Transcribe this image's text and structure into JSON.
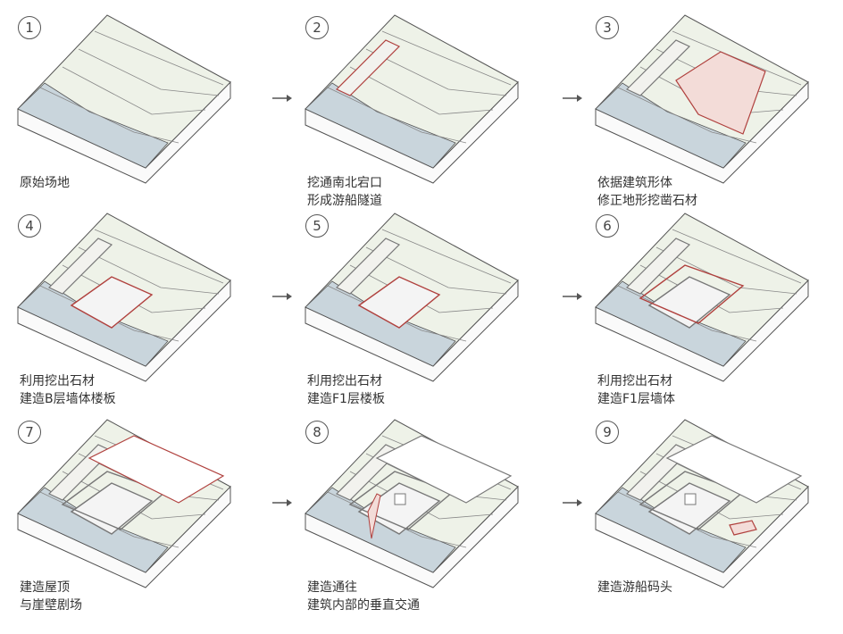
{
  "steps": [
    {
      "number": "1",
      "lines": [
        "原始场地"
      ],
      "stage": 1
    },
    {
      "number": "2",
      "lines": [
        "挖通南北宕口",
        "形成游船隧道"
      ],
      "stage": 2
    },
    {
      "number": "3",
      "lines": [
        "依据建筑形体",
        "修正地形挖凿石材"
      ],
      "stage": 3
    },
    {
      "number": "4",
      "lines": [
        "利用挖出石材",
        "建造B层墙体楼板"
      ],
      "stage": 4
    },
    {
      "number": "5",
      "lines": [
        "利用挖出石材",
        "建造F1层楼板"
      ],
      "stage": 5
    },
    {
      "number": "6",
      "lines": [
        "利用挖出石材",
        "建造F1层墙体"
      ],
      "stage": 6
    },
    {
      "number": "7",
      "lines": [
        "建造屋顶",
        "与崖壁剧场"
      ],
      "stage": 7
    },
    {
      "number": "8",
      "lines": [
        "建造通往",
        "建筑内部的垂直交通"
      ],
      "stage": 8
    },
    {
      "number": "9",
      "lines": [
        "建造游船码头"
      ],
      "stage": 9
    }
  ],
  "colors": {
    "terrain": "#eef2e8",
    "water": "#c9d5dc",
    "highlight": "#b0413e",
    "highlight_fill": "#f3dcd8",
    "line": "#555555"
  }
}
